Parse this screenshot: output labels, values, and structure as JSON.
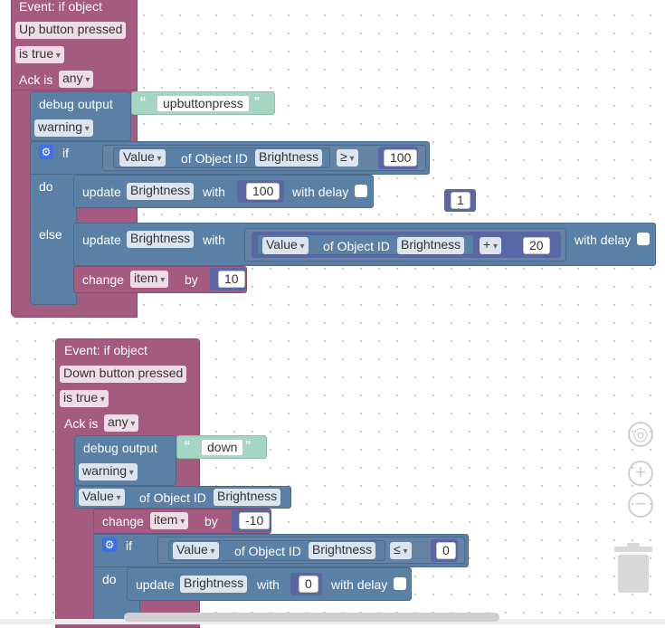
{
  "event1": {
    "title": "Event: if object",
    "object": "Up button pressed",
    "condition": "is true",
    "ack_label": "Ack is",
    "ack_value": "any",
    "debug": {
      "label": "debug output",
      "text": "upbuttonpress",
      "level": "warning"
    },
    "if_block": {
      "if_label": "if",
      "do_label": "do",
      "else_label": "else",
      "cond": {
        "value_label": "Value",
        "of_label": "of Object ID",
        "object": "Brightness",
        "op": "≥",
        "num": "100"
      },
      "do_update": {
        "label": "update",
        "object": "Brightness",
        "with_label": "with",
        "num": "100",
        "delay_label": "with delay"
      },
      "else_update": {
        "label": "update",
        "object": "Brightness",
        "with_label": "with",
        "expr": {
          "value_label": "Value",
          "of_label": "of Object ID",
          "object": "Brightness",
          "op": "+",
          "num": "20"
        },
        "delay_label": "with delay"
      },
      "change": {
        "label": "change",
        "var": "item",
        "by_label": "by",
        "num": "10"
      }
    }
  },
  "floating_number": "1",
  "event2": {
    "title": "Event: if object",
    "object": "Down button pressed",
    "condition": "is true",
    "ack_label": "Ack is",
    "ack_value": "any",
    "debug": {
      "label": "debug output",
      "text": "down",
      "level": "warning"
    },
    "value_block": {
      "value_label": "Value",
      "of_label": "of Object ID",
      "object": "Brightness"
    },
    "change": {
      "label": "change",
      "var": "item",
      "by_label": "by",
      "num": "-10"
    },
    "if_block": {
      "if_label": "if",
      "do_label": "do",
      "cond": {
        "value_label": "Value",
        "of_label": "of Object ID",
        "object": "Brightness",
        "op": "≤",
        "num": "0"
      },
      "do_update": {
        "label": "update",
        "object": "Brightness",
        "with_label": "with",
        "num": "0",
        "delay_label": "with delay"
      }
    }
  },
  "icons": {
    "gear": "⚙",
    "open_quote": "“",
    "close_quote": "”",
    "center": "◎",
    "zoom_in": "+",
    "zoom_out": "−"
  },
  "colors": {
    "event": "#a55b80",
    "logic": "#5b80a5",
    "text": "#a5d6c4",
    "math": "#5b67a5"
  }
}
